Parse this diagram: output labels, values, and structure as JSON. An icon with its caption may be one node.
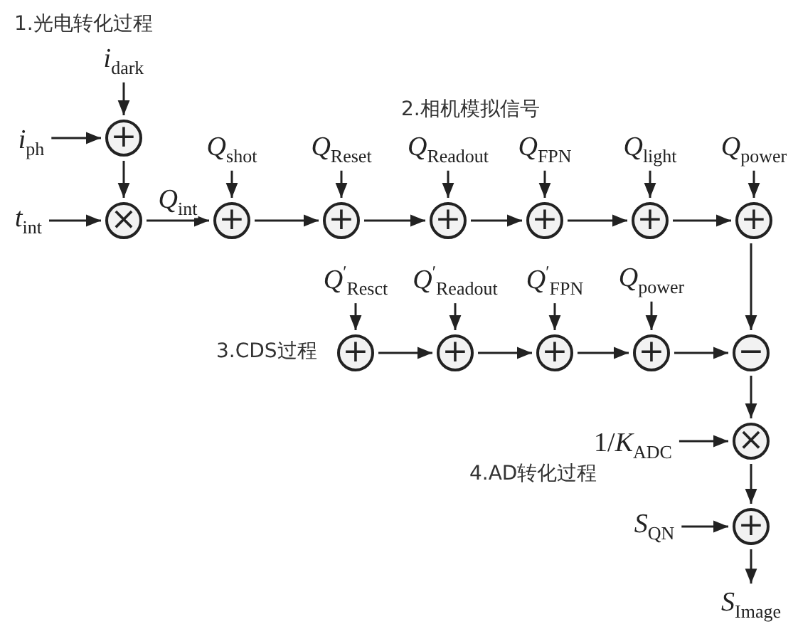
{
  "diagram": {
    "nodes": [
      {
        "text": [
          "*i*$_{dark}$"
        ]
      },
      {
        "text": [
          "*i*$_{ph}$"
        ]
      },
      {
        "text": [
          "+"
        ]
      },
      {
        "text": [
          "*t*$_{int}$"
        ]
      },
      {
        "text": [
          "×"
        ]
      },
      {
        "text": [
          "*Q*$_{shot}$"
        ]
      },
      {
        "text": [
          "+"
        ]
      },
      {
        "text": [
          "*Q*$_{Reset}$"
        ]
      },
      {
        "text": [
          "+"
        ]
      },
      {
        "text": [
          "*Q*$_{Readout}$"
        ]
      },
      {
        "text": [
          "+"
        ]
      },
      {
        "text": [
          "*Q*$_{FPN}$"
        ]
      },
      {
        "text": [
          "+"
        ]
      },
      {
        "text": [
          "*Q*$_{light}$"
        ]
      },
      {
        "text": [
          "+"
        ]
      },
      {
        "text": [
          "*Q*$_{power}$"
        ]
      },
      {
        "text": [
          "+"
        ]
      },
      {
        "text": [
          "*Q*$^{′}$$_{Resct}$"
        ]
      },
      {
        "text": [
          "+"
        ]
      },
      {
        "text": [
          "*Q*$^{′}$$_{Readout}$"
        ]
      },
      {
        "text": [
          "+"
        ]
      },
      {
        "text": [
          "*Q*$^{′}$$_{FPN}$"
        ]
      },
      {
        "text": [
          "+"
        ]
      },
      {
        "text": [
          "*Q*$_{power}$"
        ]
      },
      {
        "text": [
          "+"
        ]
      },
      {
        "text": [
          "−"
        ]
      },
      {
        "text": [
          "1/*K*$_{ADC}$"
        ]
      },
      {
        "text": [
          "×"
        ]
      },
      {
        "text": [
          "*S*$_{QN}$"
        ]
      },
      {
        "text": [
          "+"
        ]
      },
      {
        "text": [
          "*S*$_{Image}$"
        ]
      }
    ],
    "edges": [
      {
        "from": 0,
        "to": 2,
        "arrow": "to"
      },
      {
        "from": 1,
        "to": 2,
        "arrow": "to"
      },
      {
        "from": 2,
        "to": 4,
        "arrow": "to"
      },
      {
        "from": 3,
        "to": 4,
        "arrow": "to"
      },
      {
        "from": 4,
        "to": 6,
        "arrow": "to",
        "label": "*Q*$_{int}$"
      },
      {
        "from": 5,
        "to": 6,
        "arrow": "to"
      },
      {
        "from": 6,
        "to": 8,
        "arrow": "to"
      },
      {
        "from": 7,
        "to": 8,
        "arrow": "to"
      },
      {
        "from": 8,
        "to": 10,
        "arrow": "to"
      },
      {
        "from": 9,
        "to": 10,
        "arrow": "to"
      },
      {
        "from": 10,
        "to": 12,
        "arrow": "to"
      },
      {
        "from": 11,
        "to": 12,
        "arrow": "to"
      },
      {
        "from": 12,
        "to": 14,
        "arrow": "to"
      },
      {
        "from": 13,
        "to": 14,
        "arrow": "to"
      },
      {
        "from": 14,
        "to": 16,
        "arrow": "to"
      },
      {
        "from": 15,
        "to": 16,
        "arrow": "to"
      },
      {
        "from": 17,
        "to": 18,
        "arrow": "to"
      },
      {
        "from": 18,
        "to": 20,
        "arrow": "to"
      },
      {
        "from": 19,
        "to": 20,
        "arrow": "to"
      },
      {
        "from": 20,
        "to": 22,
        "arrow": "to"
      },
      {
        "from": 21,
        "to": 22,
        "arrow": "to"
      },
      {
        "from": 22,
        "to": 24,
        "arrow": "to"
      },
      {
        "from": 23,
        "to": 24,
        "arrow": "to"
      },
      {
        "from": 24,
        "to": 25,
        "arrow": "to"
      },
      {
        "from": 16,
        "to": 25,
        "arrow": "to"
      },
      {
        "from": 25,
        "to": 27,
        "arrow": "to"
      },
      {
        "from": 26,
        "to": 27,
        "arrow": "to"
      },
      {
        "from": 27,
        "to": 29,
        "arrow": "to"
      },
      {
        "from": 28,
        "to": 29,
        "arrow": "to"
      },
      {
        "from": 29,
        "to": 30,
        "arrow": "to"
      }
    ],
    "labels": [
      "1.光电转化过程",
      "2.相机模拟信号",
      "3.CDS过程",
      "4.AD转化过程"
    ]
  }
}
